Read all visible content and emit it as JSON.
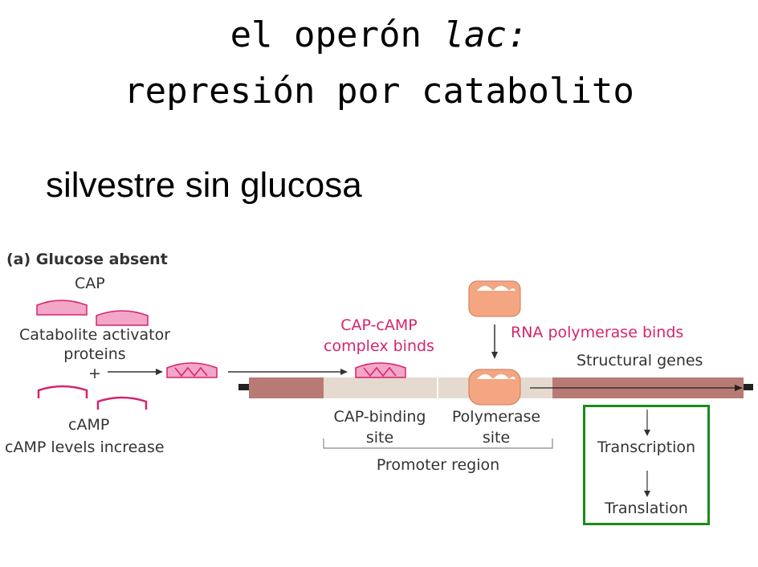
{
  "title": {
    "line1_prefix": "el operón ",
    "line1_italic": "lac:",
    "line2": "represión por catabolito"
  },
  "subtitle": "silvestre sin glucosa",
  "diagram": {
    "panel_label": "(a) Glucose absent",
    "cap": "CAP",
    "catabolite_line1": "Catabolite activator",
    "catabolite_line2": "proteins",
    "plus": "+",
    "camp": "cAMP",
    "camp_levels": "cAMP levels increase",
    "cap_camp_line1": "CAP-cAMP",
    "cap_camp_line2": "complex binds",
    "rna_pol_binds": "RNA polymerase binds",
    "structural_genes": "Structural genes",
    "cap_binding_line1": "CAP-binding",
    "cap_binding_line2": "site",
    "polymerase_line1": "Polymerase",
    "polymerase_line2": "site",
    "promoter_region": "Promoter region",
    "transcription": "Transcription",
    "translation": "Translation"
  },
  "colors": {
    "pink_fill": "#f2a6c8",
    "pink_stroke": "#d6246e",
    "polymerase_fill": "#f4a582",
    "dna_dark": "#b87a74",
    "dna_light": "#e5dad0",
    "green_box": "#1a8c1a"
  }
}
